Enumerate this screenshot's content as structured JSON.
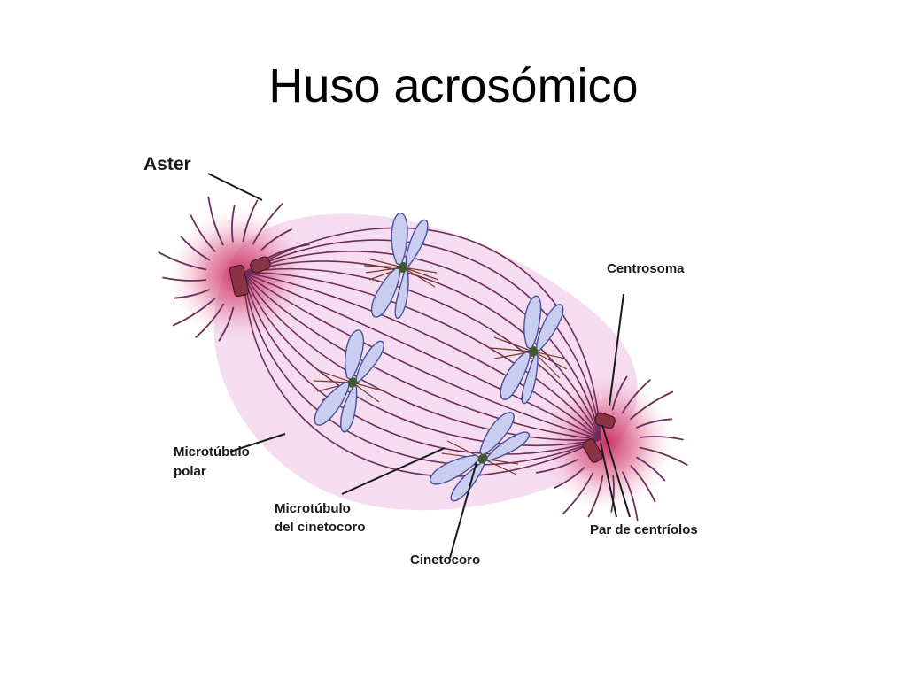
{
  "slide": {
    "title": "Huso acrosómico"
  },
  "figure": {
    "labels": {
      "aster": "Aster",
      "centrosoma": "Centrosoma",
      "microtubulo_polar_line1": "Microtúbulo",
      "microtubulo_polar_line2": "polar",
      "microtubulo_cinetocoro_line1": "Microtúbulo",
      "microtubulo_cinetocoro_line2": "del cinetocoro",
      "cinetocoro": "Cinetocoro",
      "par_centriolos": "Par de centríolos"
    },
    "colors": {
      "spindle_fill": "#f6dcf0",
      "aster_glow": "#d2406e",
      "fiber": "#6b2f5a",
      "chromosome_fill": "#c9cdf0",
      "chromosome_edge": "#4a4f9a",
      "centriole": "#8a3344",
      "kinetochore": "#3f5a2e"
    }
  }
}
